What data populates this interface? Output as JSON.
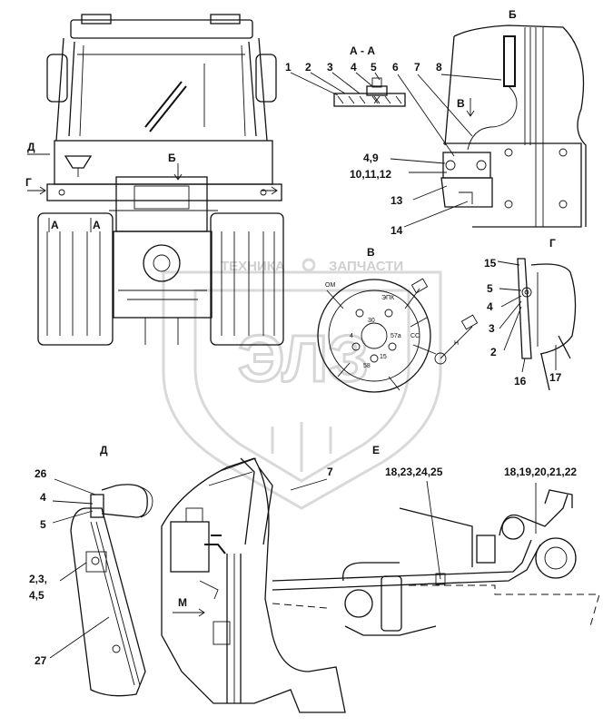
{
  "watermark": {
    "left_text": "ТЕХНИКА",
    "right_text": "ЗАПЧАСТИ",
    "logo_text": "ЭЛЗ"
  },
  "sections": {
    "aa": "А - А",
    "b": "Б",
    "v": "В",
    "g": "Г",
    "d": "Д",
    "e": "Е",
    "view_b": "Б",
    "view_d": "Д",
    "view_g": "Г",
    "view_a_left": "А",
    "view_a_right": "А",
    "view_v": "В",
    "view_m": "М"
  },
  "callouts": {
    "aa": [
      "1",
      "2",
      "3",
      "4",
      "5",
      "6",
      "7",
      "8"
    ],
    "b": [
      "4,9",
      "10,11,12",
      "13",
      "14"
    ],
    "g": [
      "15",
      "5",
      "4",
      "3",
      "2",
      "16",
      "17"
    ],
    "d": [
      "26",
      "4",
      "5",
      "2,3,",
      "4,5",
      "27"
    ],
    "e": [
      "7",
      "18,23,24,25",
      "18,19,20,21,22"
    ]
  },
  "connector_pins": [
    "ОМ",
    "ЭПК",
    "57а",
    "30",
    "15",
    "58",
    "СС",
    "4",
    "Н"
  ]
}
